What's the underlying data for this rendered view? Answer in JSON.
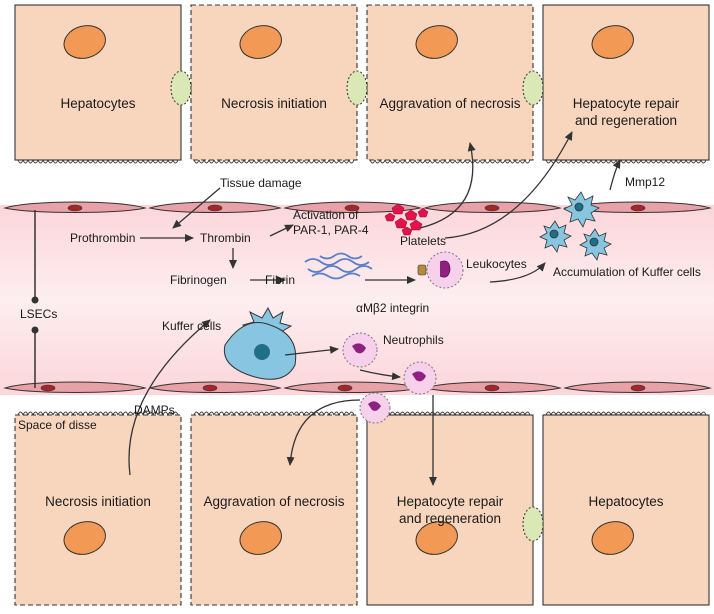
{
  "top_cells": [
    {
      "label": [
        "Hepatocytes"
      ]
    },
    {
      "label": [
        "Necrosis initiation"
      ]
    },
    {
      "label": [
        "Aggravation of necrosis"
      ]
    },
    {
      "label": [
        "Hepatocyte repair",
        "and regeneration"
      ]
    }
  ],
  "bottom_cells": [
    {
      "label": [
        "Necrosis initiation"
      ]
    },
    {
      "label": [
        "Aggravation of necrosis"
      ]
    },
    {
      "label": [
        "Hepatocyte repair",
        "and regeneration"
      ]
    },
    {
      "label": [
        "Hepatocytes"
      ]
    }
  ],
  "vessel_labels": {
    "tissue_damage": "Tissue damage",
    "prothrombin": "Prothrombin",
    "thrombin": "Thrombin",
    "activation_line1": "Activation of",
    "activation_line2": "PAR-1, PAR-4",
    "platelets": "Platelets",
    "fibrinogen": "Fibrinogen",
    "fibrin": "Fibrin",
    "leukocytes": "Leukocytes",
    "integrin": "αMβ2 integrin",
    "accumulation": "Accumulation of Kuffer cells",
    "mmp12": "Mmp12",
    "lsecs": "LSECs",
    "kuffer_cells": "Kuffer cells",
    "neutrophils": "Neutrophils",
    "space_of_disse": "Space of disse",
    "damps": "DAMPs"
  },
  "colors": {
    "hepatocyte_fill": "#f8d6bd",
    "nucleus_fill": "#f29a55",
    "vessel_fill": "#fce3e6",
    "endothelial_cell": "#e8a1a6",
    "endothelial_nucleus": "#a3262a",
    "platelet": "#e3124b",
    "kupffer": "#87c5e0",
    "kupffer_nucleus": "#1f6f87",
    "neutrophil_fill": "#f7d0ec",
    "neutrophil_nucleus": "#8e2180",
    "fibrin": "#5a7ec7",
    "junction": "#d9e8b4"
  }
}
